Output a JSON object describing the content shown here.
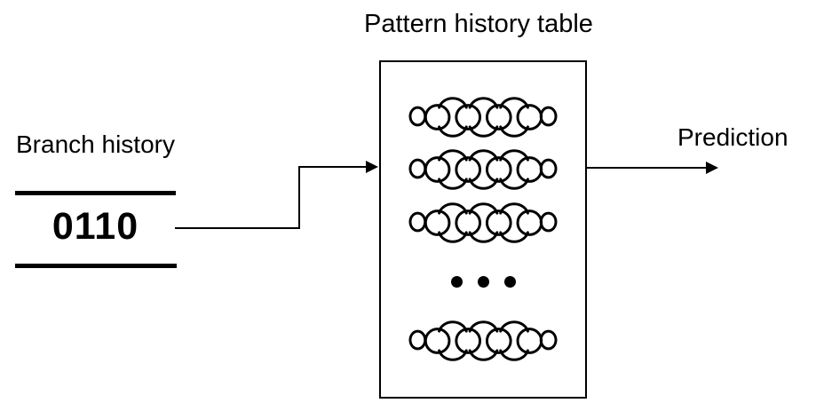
{
  "pht": {
    "title": "Pattern history table",
    "counter_rows_above_dots": 3,
    "counter_rows_below_dots": 1,
    "ellipsis_dots": 3,
    "states_per_counter": 4
  },
  "branch_history": {
    "label": "Branch history",
    "value": "0110"
  },
  "prediction": {
    "label": "Prediction"
  },
  "colors": {
    "ink": "#000000",
    "background": "#ffffff"
  }
}
